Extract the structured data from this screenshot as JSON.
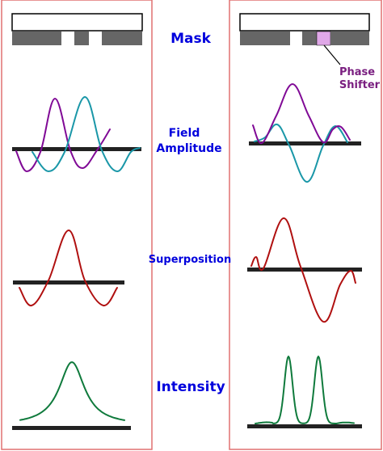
{
  "labels": {
    "mask": "Mask",
    "field_line1": "Field",
    "field_line2": "Amplitude",
    "superposition": "Superposition",
    "intensity": "Intensity",
    "phase_line1": "Phase",
    "phase_line2": "Shifter"
  },
  "colors": {
    "label": "#0000dd",
    "phase_label": "#7a1f80",
    "purple_wave": "#800a96",
    "teal_wave": "#1a97a8",
    "red_wave": "#b01010",
    "green_wave": "#0f7a3c",
    "phase_shifter": "#e0a8e8",
    "panel_border": "#e07070",
    "mask_grey": "#666666"
  }
}
